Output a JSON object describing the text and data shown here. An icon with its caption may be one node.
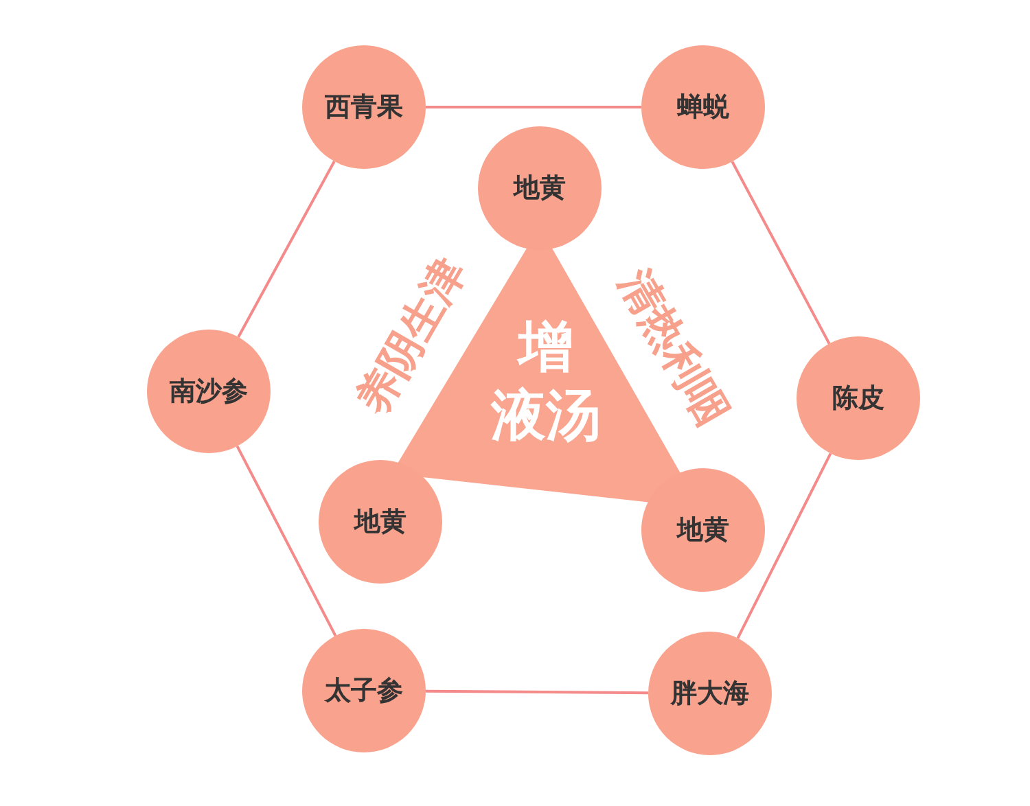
{
  "diagram": {
    "nodes": [
      {
        "text": [
          "增液汤"
        ]
      },
      {
        "text": [
          "地黄"
        ]
      },
      {
        "text": [
          "地黄"
        ]
      },
      {
        "text": [
          "地黄"
        ]
      },
      {
        "text": [
          "西青果"
        ]
      },
      {
        "text": [
          "蝉蜕"
        ]
      },
      {
        "text": [
          "南沙参"
        ]
      },
      {
        "text": [
          "陈皮"
        ]
      },
      {
        "text": [
          "太子参"
        ]
      },
      {
        "text": [
          "胖大海"
        ]
      }
    ],
    "edges": [
      {
        "from": 4,
        "to": 5,
        "arrow": "none"
      },
      {
        "from": 5,
        "to": 7,
        "arrow": "none"
      },
      {
        "from": 7,
        "to": 9,
        "arrow": "none"
      },
      {
        "from": 9,
        "to": 8,
        "arrow": "none"
      },
      {
        "from": 8,
        "to": 6,
        "arrow": "none"
      },
      {
        "from": 6,
        "to": 4,
        "arrow": "none"
      }
    ],
    "labels": [
      "养阴生津",
      "清热利咽"
    ]
  }
}
